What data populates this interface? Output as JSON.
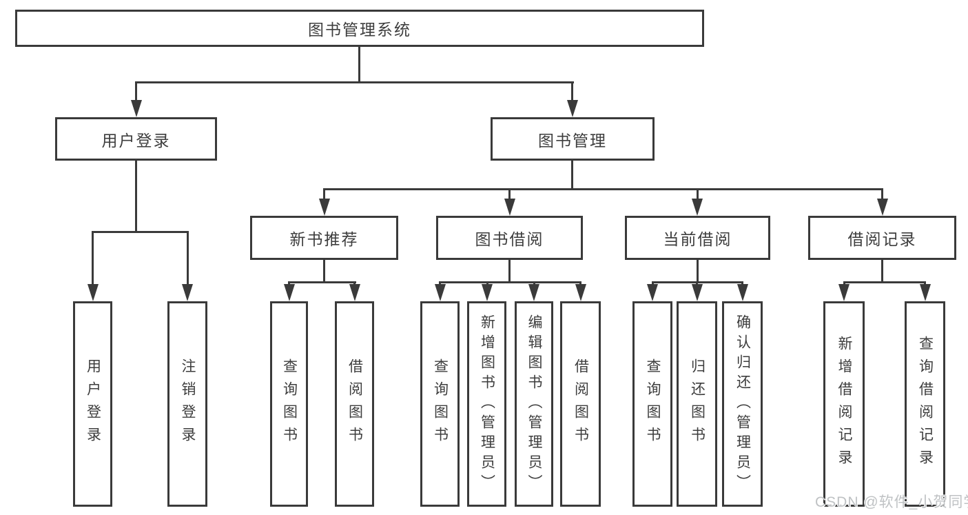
{
  "watermark": "CSDN @软件_小贺同学",
  "nodes": {
    "root": {
      "label": "图书管理系统"
    },
    "user_login": {
      "label": "用户登录"
    },
    "book_mgmt": {
      "label": "图书管理"
    },
    "new_book_rec": {
      "label": "新书推荐"
    },
    "book_borrow": {
      "label": "图书借阅"
    },
    "current_borrow": {
      "label": "当前借阅"
    },
    "borrow_record": {
      "label": "借阅记录"
    },
    "leaf_user_login": {
      "label": "用户登录"
    },
    "leaf_logout": {
      "label": "注销登录"
    },
    "leaf_query_book_1": {
      "label": "查询图书"
    },
    "leaf_borrow_book_1": {
      "label": "借阅图书"
    },
    "leaf_query_book_2": {
      "label": "查询图书"
    },
    "leaf_add_book": {
      "label": "新增图书（管理员）"
    },
    "leaf_edit_book": {
      "label": "编辑图书（管理员）"
    },
    "leaf_borrow_book_2": {
      "label": "借阅图书"
    },
    "leaf_query_book_3": {
      "label": "查询图书"
    },
    "leaf_return_book": {
      "label": "归还图书"
    },
    "leaf_confirm_return": {
      "label": "确认归还（管理员）"
    },
    "leaf_add_record": {
      "label": "新增借阅记录"
    },
    "leaf_query_record": {
      "label": "查询借阅记录"
    }
  }
}
